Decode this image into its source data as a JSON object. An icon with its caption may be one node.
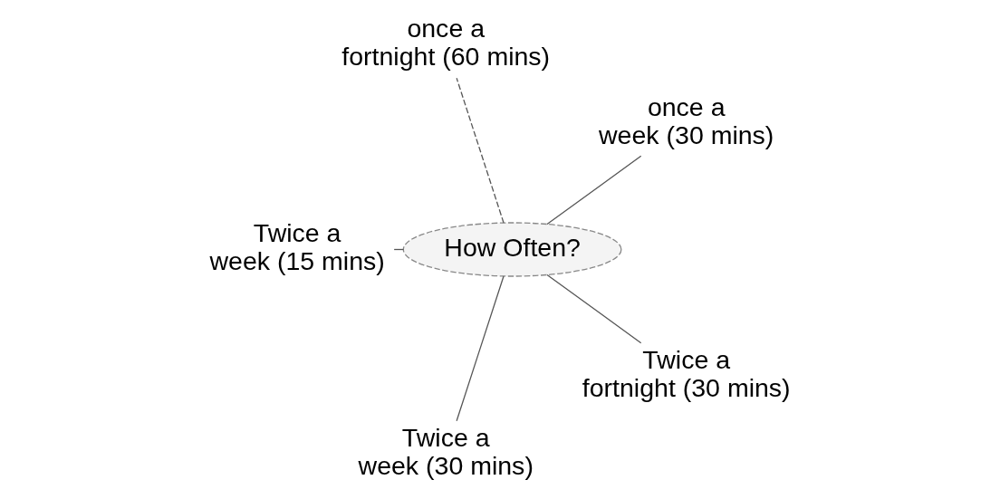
{
  "diagram": {
    "nodes": [
      {
        "text": [
          "How Often?"
        ]
      },
      {
        "text": [
          "once a week (30 mins)"
        ]
      },
      {
        "text": [
          "once a fortnight (60 mins)"
        ]
      },
      {
        "text": [
          "Twice a week (15 mins)"
        ]
      },
      {
        "text": [
          "Twice a week (30 mins)"
        ]
      },
      {
        "text": [
          "Twice a fortnight (30 mins)"
        ]
      }
    ],
    "edges": [
      {
        "from": 0,
        "to": 1,
        "arrow": "none"
      },
      {
        "from": 0,
        "to": 3,
        "arrow": "none"
      },
      {
        "from": 0,
        "to": 5,
        "arrow": "none"
      },
      {
        "from": 0,
        "to": 4,
        "arrow": "none"
      },
      {
        "from": 0,
        "to": 2,
        "arrow": "none",
        "style": "dashed"
      }
    ]
  }
}
